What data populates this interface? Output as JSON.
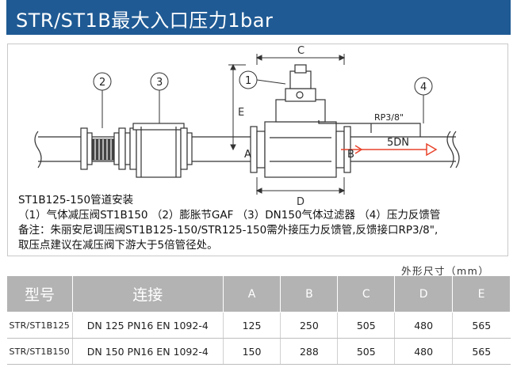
{
  "header": {
    "title": "STR/ST1B最大入口压力1bar"
  },
  "diagram": {
    "callouts": [
      "1",
      "2",
      "3",
      "4"
    ],
    "dimensions": {
      "c": "C",
      "d": "D",
      "e": "E",
      "a": "A",
      "b": "B"
    },
    "pipe_label": "RP3/8\"",
    "flow_label": "5DN"
  },
  "notes": {
    "heading": "ST1B125-150管道安装",
    "items": "（1）气体减压阀ST1B150  （2）膨胀节GAF  （3）DN150气体过滤器  （4）压力反馈管",
    "remark1": "备注：朱丽安尼调压阀ST1B125-150/STR125-150需外接压力反馈管,反馈接口RP3/8\",",
    "remark2": "取压点建议在减压阀下游大于5倍管径处。"
  },
  "unit_label": "外形尺寸（mm）",
  "table": {
    "headers": [
      "型号",
      "连接",
      "A",
      "B",
      "C",
      "D",
      "E"
    ],
    "rows": [
      [
        "STR/ST1B125",
        "DN 125 PN16 EN 1092-4",
        "125",
        "250",
        "505",
        "480",
        "565"
      ],
      [
        "STR/ST1B150",
        "DN 150 PN16 EN 1092-4",
        "150",
        "288",
        "505",
        "480",
        "565"
      ]
    ]
  }
}
